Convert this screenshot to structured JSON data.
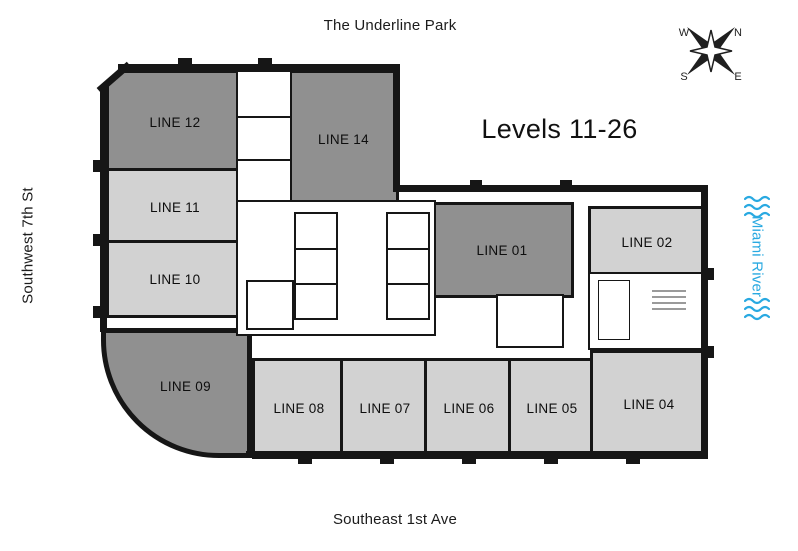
{
  "title": "Levels 11-26",
  "streets": {
    "top": "The Underline Park",
    "left": "Southwest 7th St",
    "bottom": "Southeast 1st Ave",
    "right": "Miami River"
  },
  "compass": {
    "n": "N",
    "e": "E",
    "s": "S",
    "w": "W"
  },
  "units": [
    {
      "id": "line12",
      "label": "LINE 12",
      "tone": "dark"
    },
    {
      "id": "line14",
      "label": "LINE 14",
      "tone": "dark"
    },
    {
      "id": "line11",
      "label": "LINE 11",
      "tone": "light"
    },
    {
      "id": "line10",
      "label": "LINE 10",
      "tone": "light"
    },
    {
      "id": "line09",
      "label": "LINE 09",
      "tone": "dark"
    },
    {
      "id": "line08",
      "label": "LINE 08",
      "tone": "light"
    },
    {
      "id": "line07",
      "label": "LINE 07",
      "tone": "light"
    },
    {
      "id": "line06",
      "label": "LINE 06",
      "tone": "light"
    },
    {
      "id": "line05",
      "label": "LINE 05",
      "tone": "light"
    },
    {
      "id": "line04",
      "label": "LINE 04",
      "tone": "light"
    },
    {
      "id": "line01",
      "label": "LINE 01",
      "tone": "dark"
    },
    {
      "id": "line02",
      "label": "LINE 02",
      "tone": "light"
    }
  ],
  "colors": {
    "dark_unit": "#909090",
    "light_unit": "#d2d2d2",
    "wall": "#161616",
    "river_blue": "#29a9e1"
  }
}
